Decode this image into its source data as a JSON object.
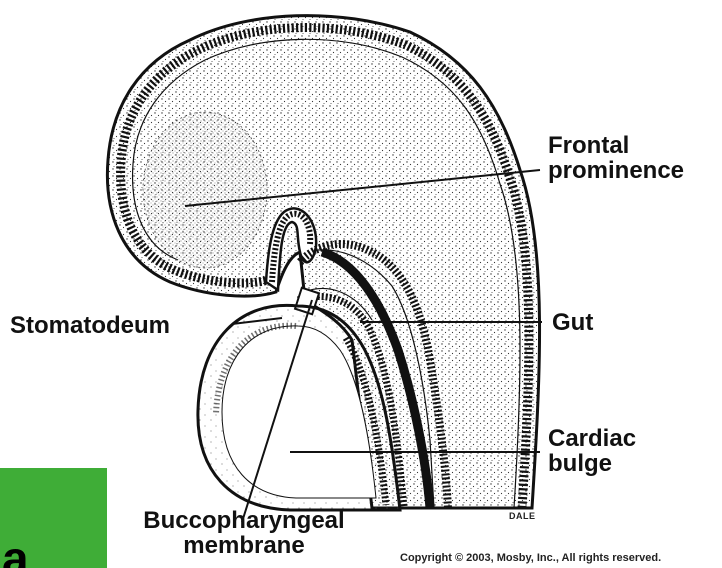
{
  "labels": {
    "frontal": "Frontal\nprominence",
    "stomatodeum": "Stomatodeum",
    "gut": "Gut",
    "cardiac": "Cardiac\nbulge",
    "buccopharyngeal": "Buccopharyngeal\nmembrane",
    "artist": "DALE",
    "copyright": "Copyright © 2003, Mosby, Inc., All rights reserved."
  },
  "slide_badge": {
    "letter": "a",
    "color": "#3fad37"
  },
  "colors": {
    "ink": "#111111",
    "stipple": "#333333"
  }
}
